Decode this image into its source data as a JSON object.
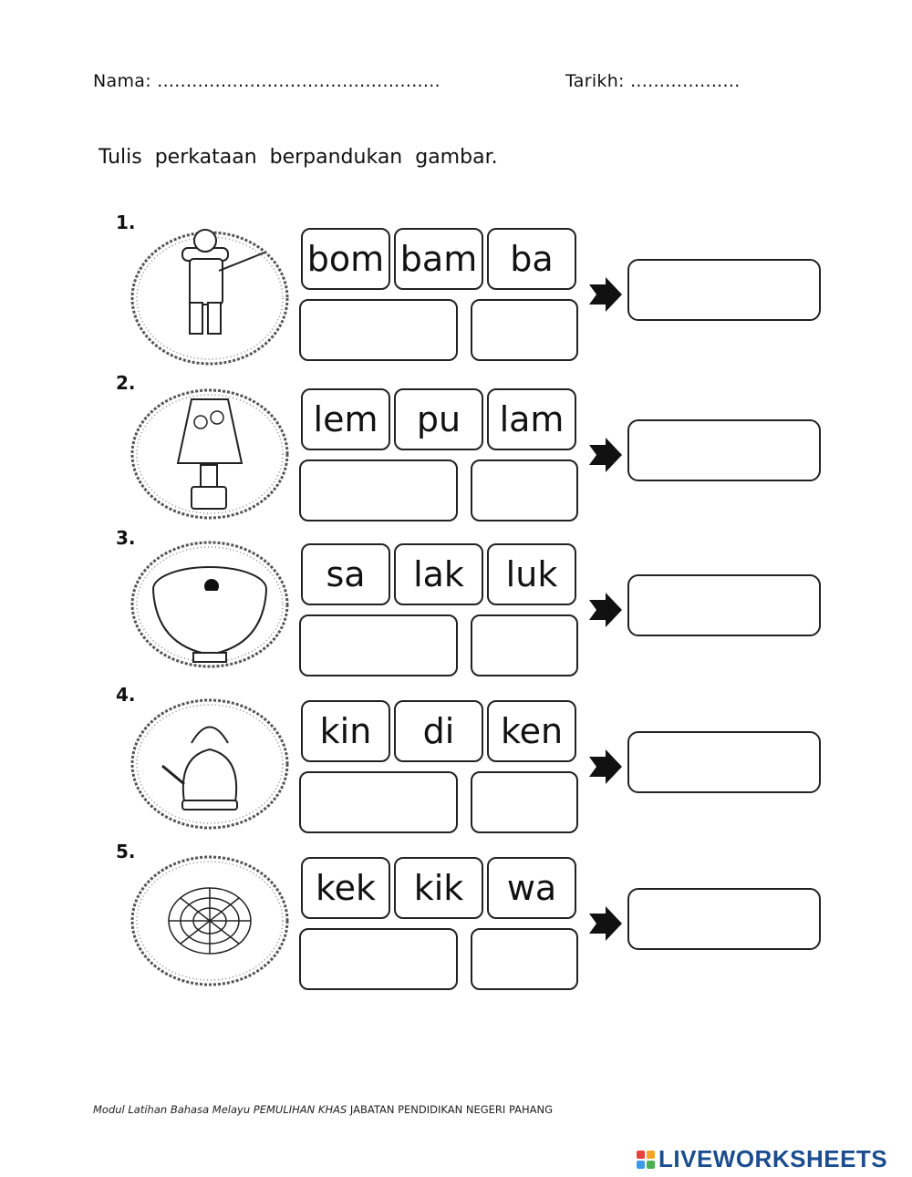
{
  "header": {
    "name_label": "Nama: .................................................",
    "date_label": "Tarikh: ..................."
  },
  "instruction": "Tulis perkataan berpandukan gambar.",
  "exercises": [
    {
      "number": "1.",
      "picture": "firefighter-icon",
      "syllables": [
        "bom",
        "bam",
        "ba"
      ]
    },
    {
      "number": "2.",
      "picture": "lamp-icon",
      "syllables": [
        "lem",
        "pu",
        "lam"
      ]
    },
    {
      "number": "3.",
      "picture": "bowl-icon",
      "syllables": [
        "sa",
        "lak",
        "luk"
      ]
    },
    {
      "number": "4.",
      "picture": "kettle-icon",
      "syllables": [
        "kin",
        "di",
        "ken"
      ]
    },
    {
      "number": "5.",
      "picture": "chrysanthemum-icon",
      "syllables": [
        "kek",
        "kik",
        "wa"
      ]
    }
  ],
  "footer": {
    "italic": "Modul Latihan Bahasa Melayu  PEMULIHAN KHAS",
    "plain": " JABATAN PENDIDIKAN NEGERI PAHANG"
  },
  "logo": {
    "text": "LIVEWORKSHEETS",
    "colors": [
      "#e8423b",
      "#f5a623",
      "#3b9be8",
      "#4caf50"
    ]
  }
}
